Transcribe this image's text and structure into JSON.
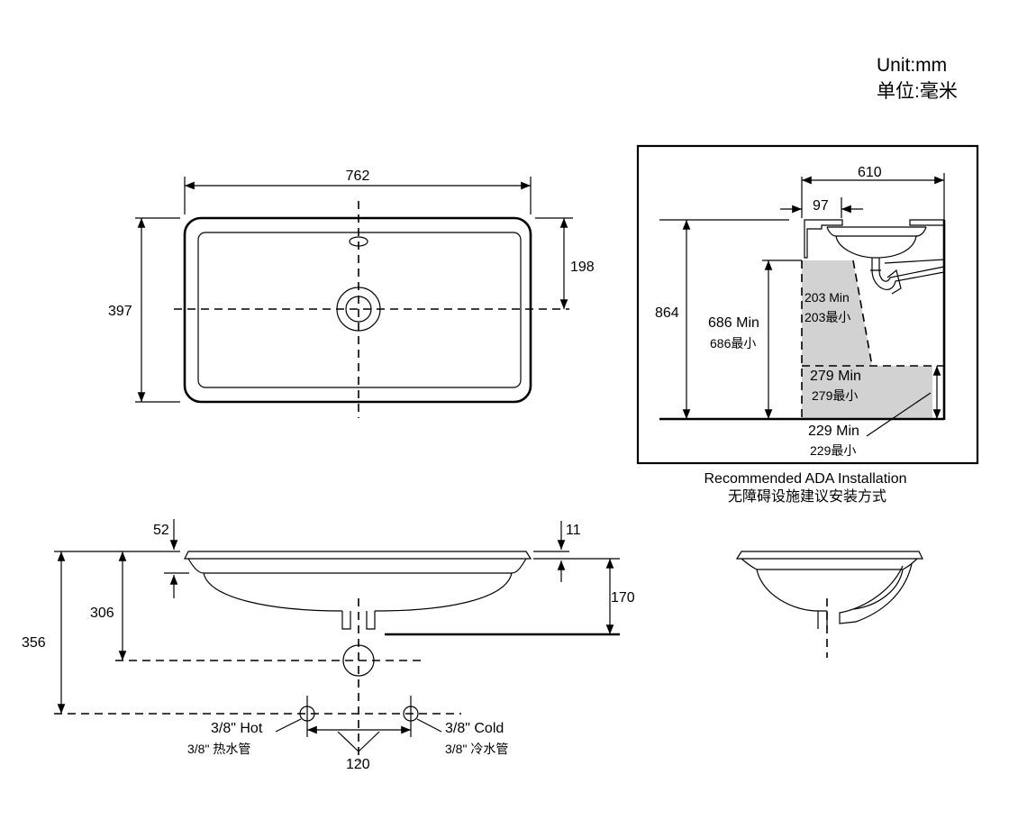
{
  "units": {
    "en": "Unit:mm",
    "cn": "单位:毫米"
  },
  "top_view": {
    "width": "762",
    "depth": "397",
    "center_to_back": "198"
  },
  "ada": {
    "total_width": "610",
    "front_offset": "97",
    "counter_height": "864",
    "knee_clearance_en": "686 Min",
    "knee_clearance_cn": "686最小",
    "toe_depth_en": "203 Min",
    "toe_depth_cn": "203最小",
    "knee_height_en": "279 Min",
    "knee_height_cn": "279最小",
    "toe_height_en": "229 Min",
    "toe_height_cn": "229最小",
    "caption_en": "Recommended ADA Installation",
    "caption_cn": "无障碍设施建议安装方式"
  },
  "front_view": {
    "rim_thickness": "52",
    "flange": "11",
    "bowl_depth": "170",
    "drain_height": "306",
    "supply_height": "356",
    "supply_spacing": "120",
    "hot_en": "3/8\" Hot",
    "hot_cn": "3/8\" 热水管",
    "cold_en": "3/8\" Cold",
    "cold_cn": "3/8\" 冷水管"
  }
}
